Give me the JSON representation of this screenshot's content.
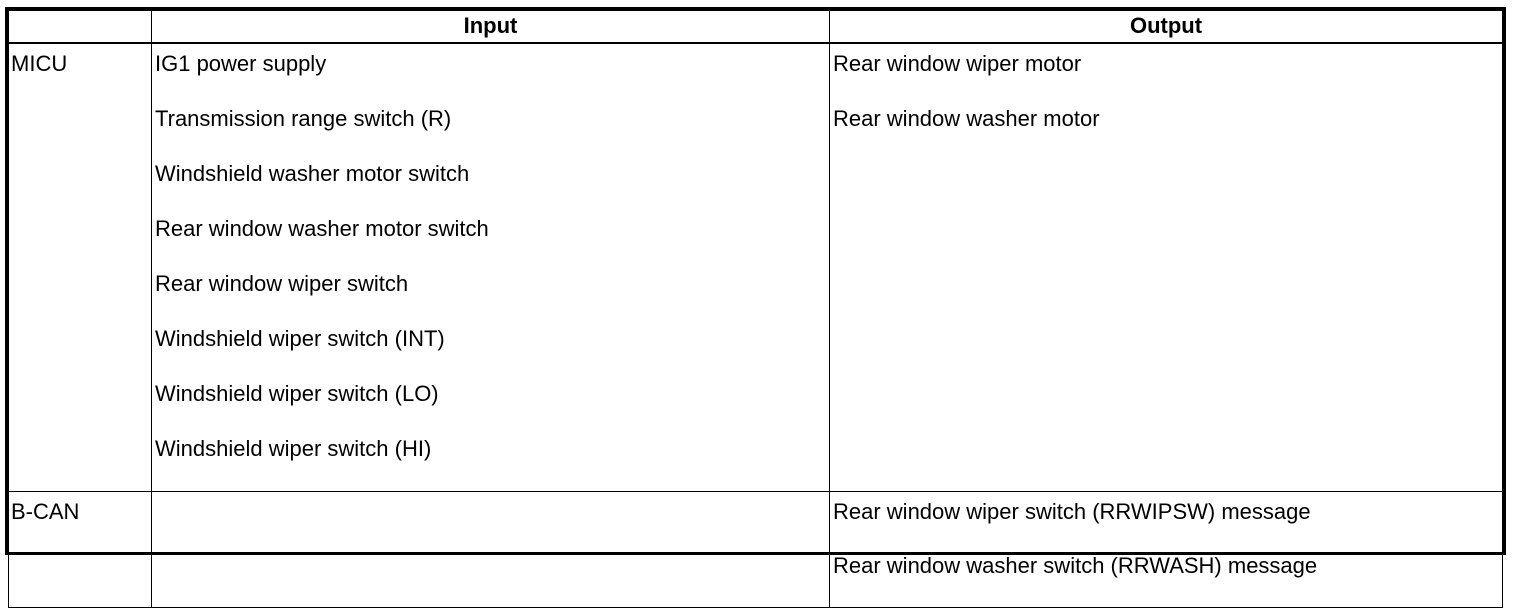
{
  "table": {
    "headers": [
      "",
      "Input",
      "Output"
    ],
    "rows": [
      {
        "label": "MICU",
        "inputs": [
          "IG1 power supply",
          "Transmission range switch (R)",
          "Windshield washer motor switch",
          "Rear window washer motor switch",
          "Rear window wiper switch",
          "Windshield wiper switch (INT)",
          "Windshield wiper switch (LO)",
          "Windshield wiper switch (HI)"
        ],
        "outputs": [
          "Rear window wiper motor",
          "Rear window washer motor"
        ]
      },
      {
        "label": "B-CAN",
        "inputs": [],
        "outputs": [
          "Rear window wiper switch (RRWIPSW) message",
          "Rear window washer switch (RRWASH) message"
        ]
      }
    ]
  }
}
